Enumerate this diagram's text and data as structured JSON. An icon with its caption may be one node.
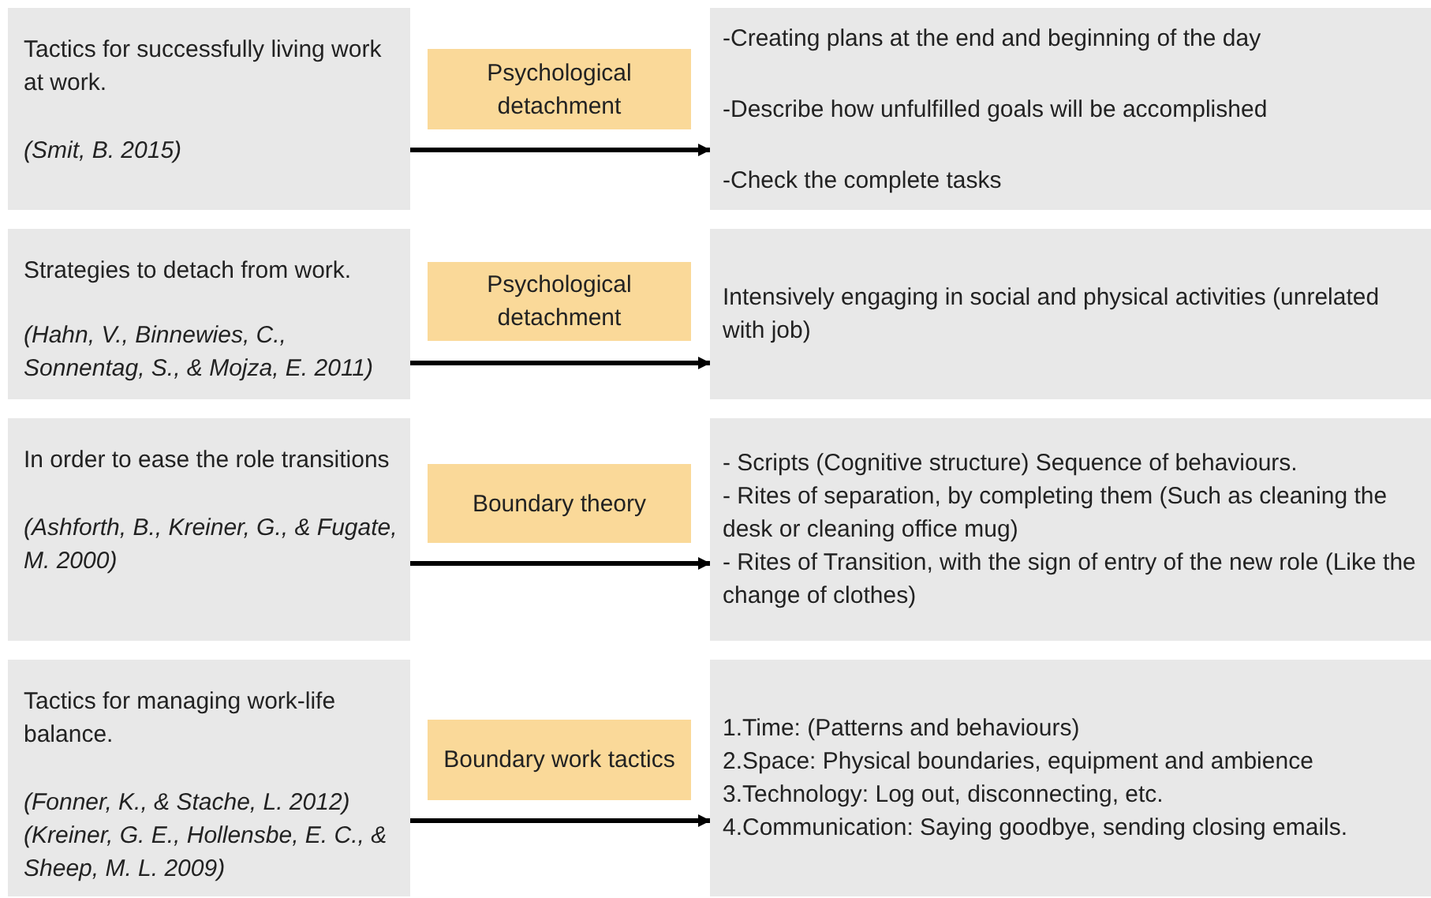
{
  "diagram": {
    "nodes": [
      {
        "text": [
          "Tactics for successfully living work at work.",
          "(Smit, B. 2015)"
        ]
      },
      {
        "text": [
          "Psychological detachment"
        ]
      },
      {
        "text": [
          "-Creating plans at the end and beginning of the day",
          "-Describe how unfulfilled goals will be accomplished",
          "-Check the complete tasks"
        ]
      },
      {
        "text": [
          "Strategies to detach from work.",
          "(Hahn, V., Binnewies, C., Sonnentag, S., & Mojza, E. 2011)"
        ]
      },
      {
        "text": [
          "Psychological detachment"
        ]
      },
      {
        "text": [
          "Intensively engaging in social and physical activities (unrelated with job)"
        ]
      },
      {
        "text": [
          "In order to ease the role transitions",
          "(Ashforth, B., Kreiner, G., & Fugate, M. 2000)"
        ]
      },
      {
        "text": [
          "Boundary theory"
        ]
      },
      {
        "text": [
          "- Scripts (Cognitive structure) Sequence of behaviours.",
          "- Rites of separation, by completing them (Such as cleaning the desk or cleaning office mug)",
          "- Rites of Transition, with the sign of entry of the new role (Like the change of clothes)"
        ]
      },
      {
        "text": [
          "Tactics for managing work-life balance.",
          "(Fonner, K., & Stache, L. 2012)",
          "(Kreiner, G. E., Hollensbe, E. C., & Sheep, M. L. 2009)"
        ]
      },
      {
        "text": [
          "Boundary work tactics"
        ]
      },
      {
        "text": [
          "1.Time: (Patterns and behaviours)",
          "2.Space: Physical boundaries, equipment and ambience",
          "3.Technology: Log out, disconnecting, etc.",
          "4.Communication: Saying goodbye, sending closing emails."
        ]
      }
    ],
    "edges": [
      {
        "from": 0,
        "to": 2,
        "arrow": "to"
      },
      {
        "from": 3,
        "to": 5,
        "arrow": "to"
      },
      {
        "from": 6,
        "to": 8,
        "arrow": "to"
      },
      {
        "from": 9,
        "to": 11,
        "arrow": "to"
      }
    ]
  }
}
